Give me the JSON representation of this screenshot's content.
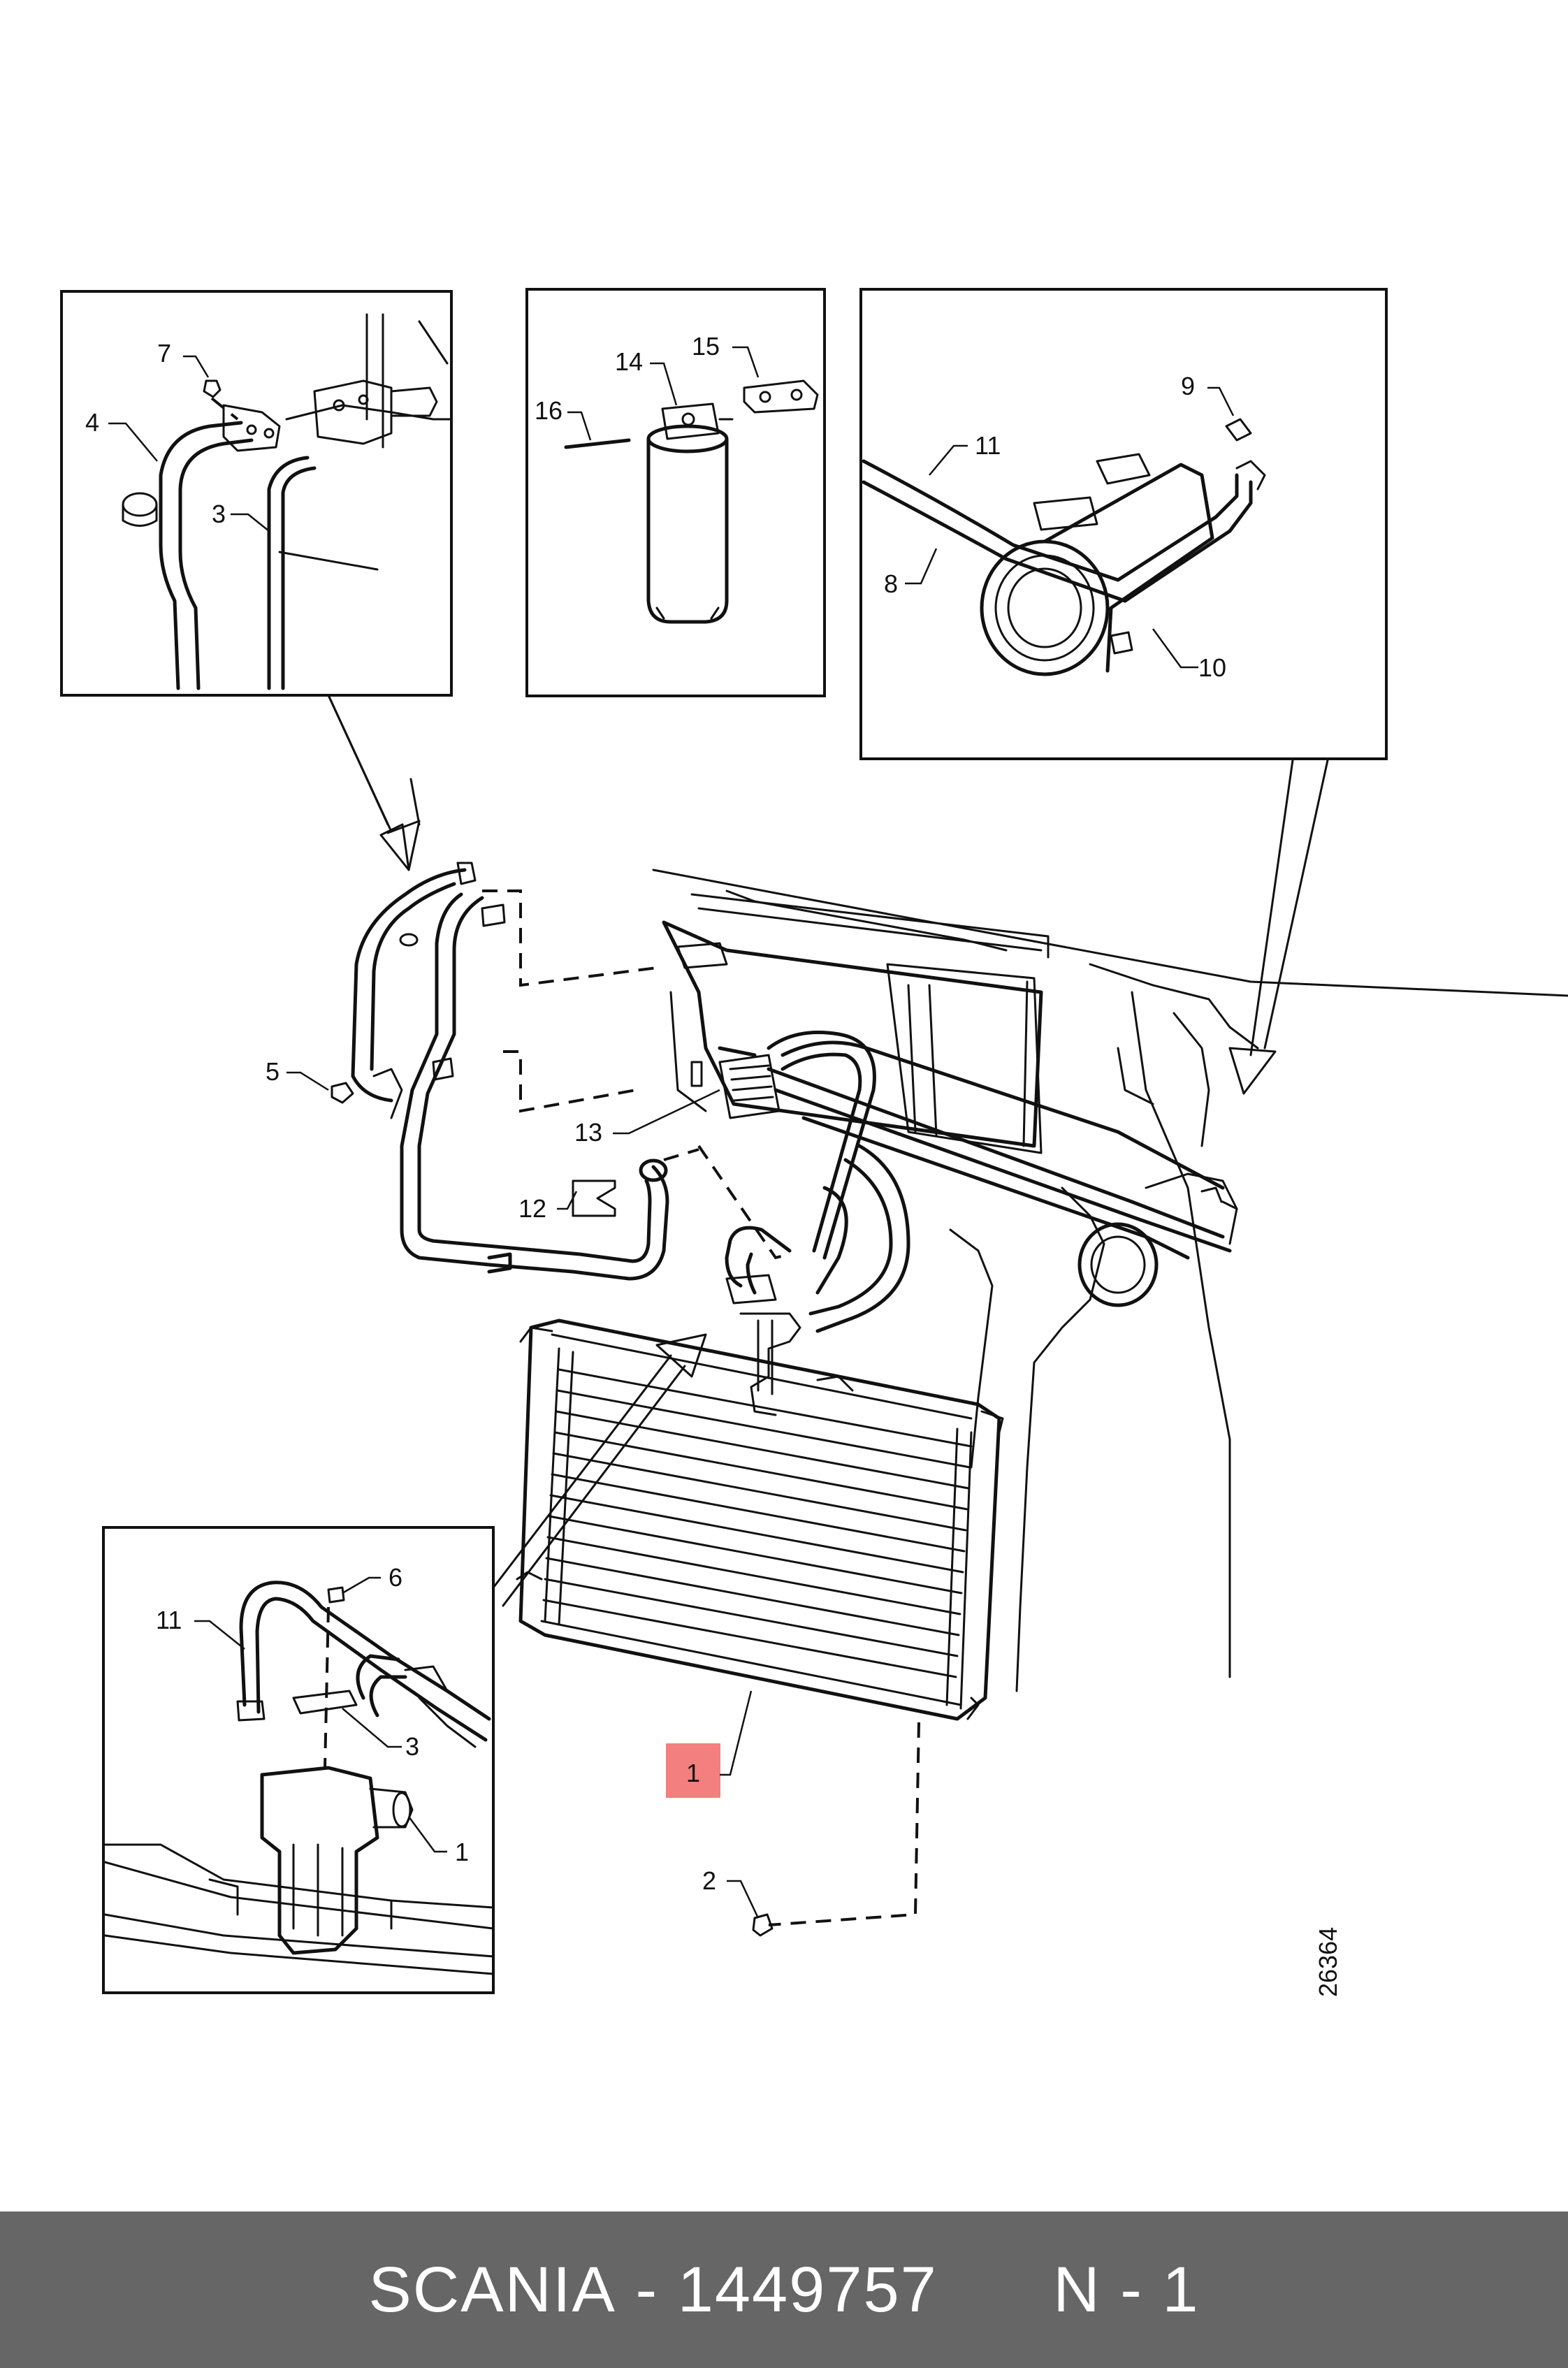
{
  "footer": {
    "brand": "SCANIA",
    "separator": "-",
    "part_number": "1449757",
    "position_label": "N - 1"
  },
  "drawing_number": "26364",
  "highlighted_callout": "1",
  "callouts": {
    "c1": "1",
    "c2": "2",
    "c3": "3",
    "c4": "4",
    "c5": "5",
    "c6": "6",
    "c7": "7",
    "c8": "8",
    "c9": "9",
    "c10": "10",
    "c11": "11",
    "c12": "12",
    "c13": "13",
    "c14": "14",
    "c15": "15",
    "c16": "16",
    "d1": "1",
    "d3": "3",
    "d3b": "3",
    "d11": "11",
    "d11b": "11"
  },
  "colors": {
    "highlight": "#f47f7f",
    "footer_background": "#666666",
    "footer_text": "#ffffff",
    "line_art": "#111111"
  }
}
